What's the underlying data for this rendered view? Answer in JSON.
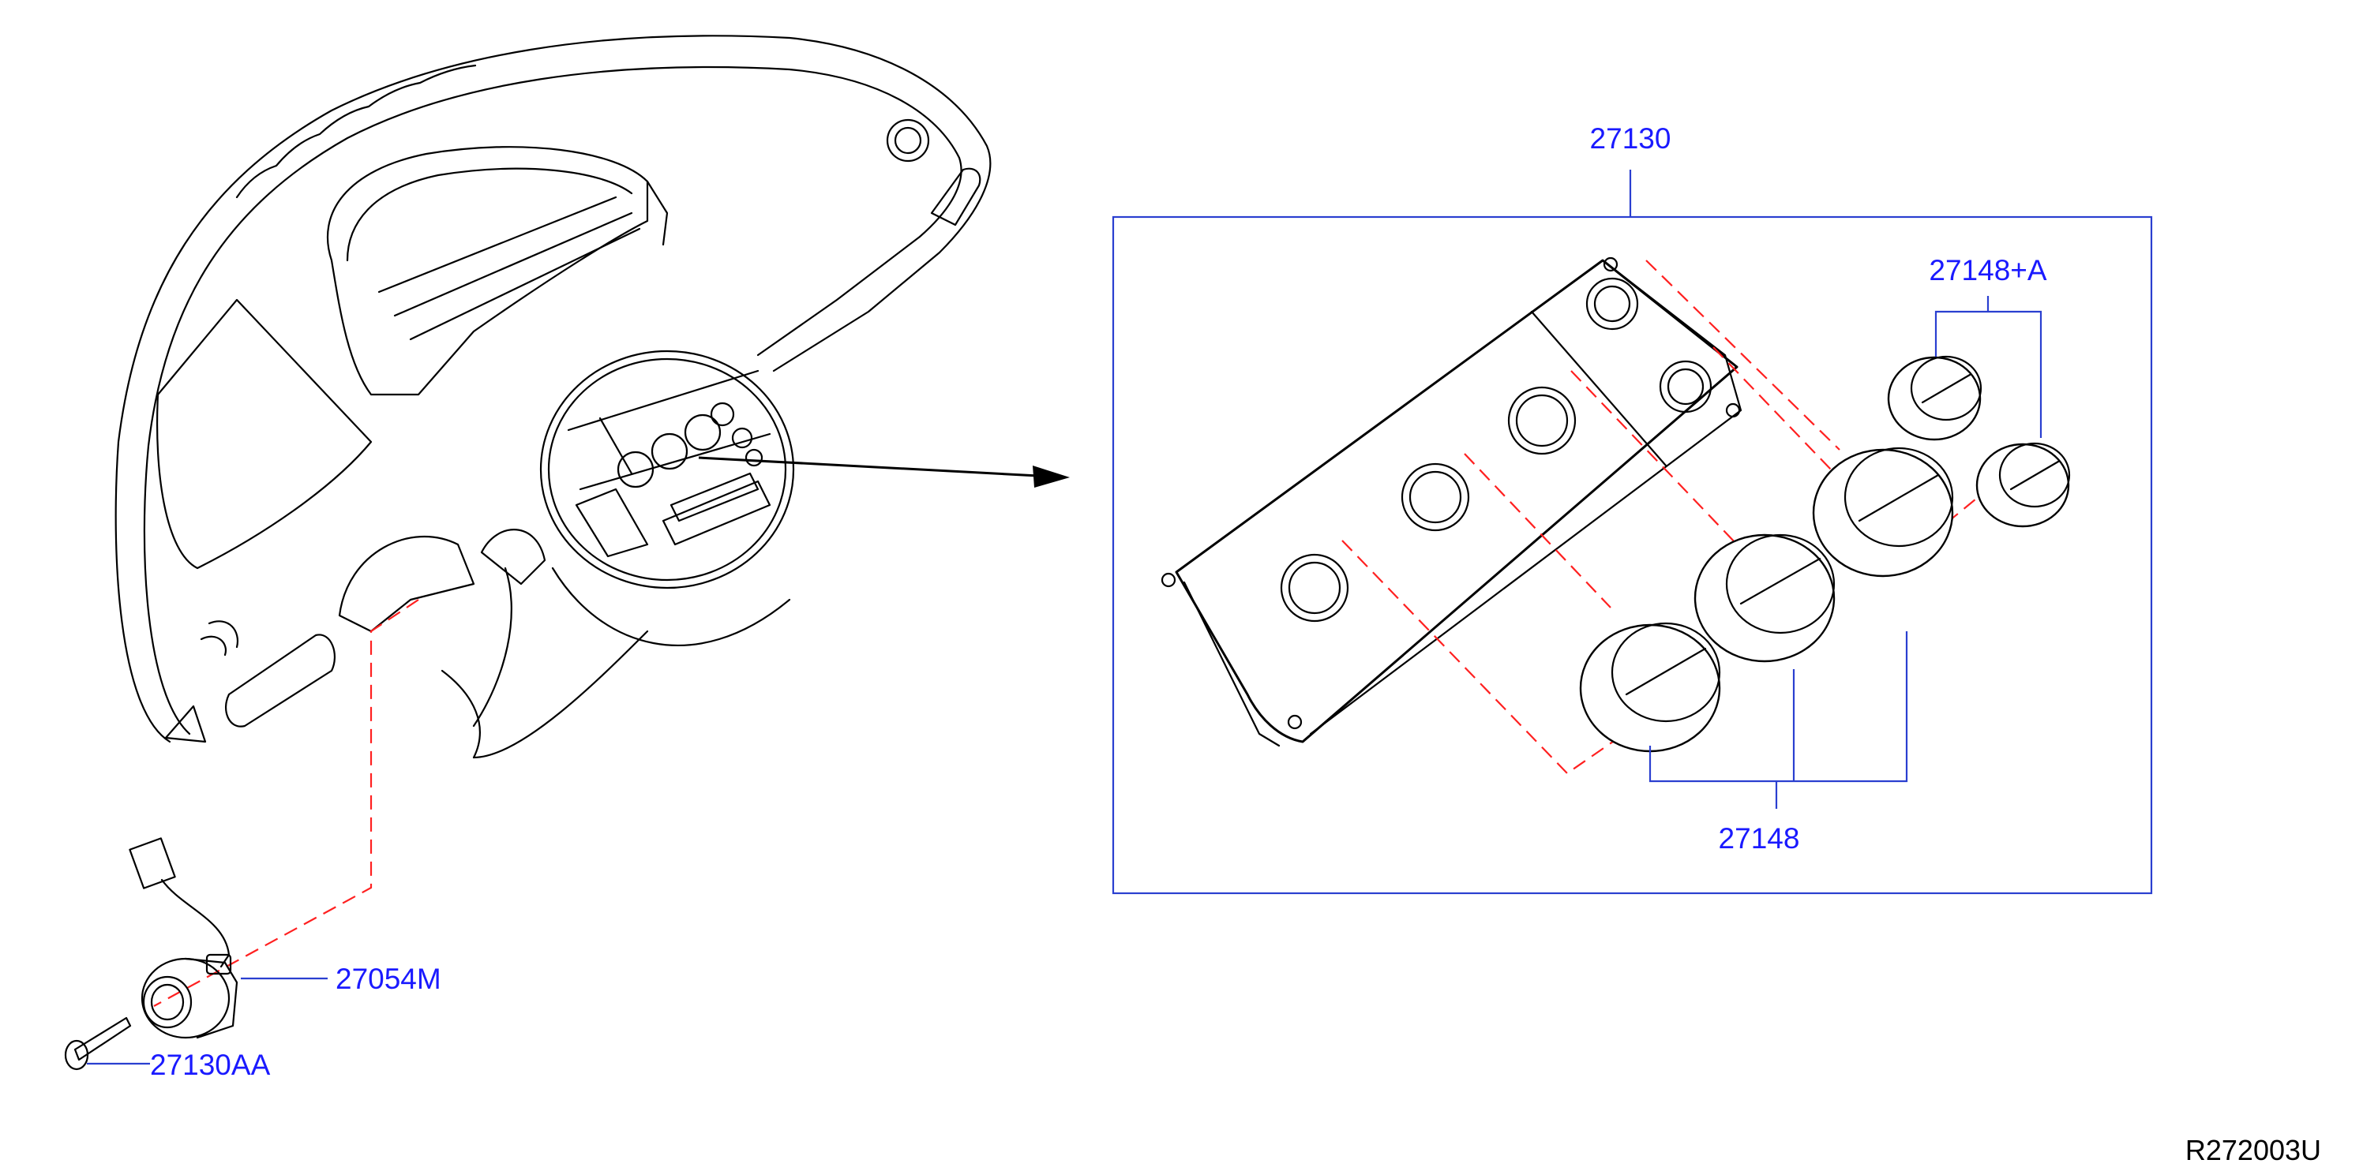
{
  "labels": {
    "assembly": "27130",
    "knob_a": "27148+A",
    "knob": "27148",
    "sensor": "27054M",
    "screw": "27130AA"
  },
  "diagram_code": "R272003U",
  "colors": {
    "label_text": "#1a1aff",
    "leader_line": "#2a3fd0",
    "hidden_line": "#ff2020",
    "drawing_line": "#000000"
  }
}
